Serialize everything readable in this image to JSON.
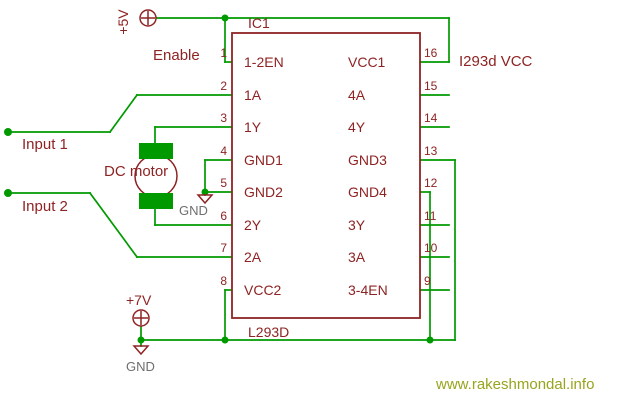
{
  "colors": {
    "wire_green": "#009a00",
    "symbol_maroon": "#8e2323",
    "gnd_text_gray": "#6f6f6f",
    "website_olive": "#98a41e",
    "background": "#ffffff"
  },
  "ic": {
    "designator": "IC1",
    "part": "L293D",
    "pins_left": [
      {
        "num": "1",
        "name": "1-2EN"
      },
      {
        "num": "2",
        "name": "1A"
      },
      {
        "num": "3",
        "name": "1Y"
      },
      {
        "num": "4",
        "name": "GND1"
      },
      {
        "num": "5",
        "name": "GND2"
      },
      {
        "num": "6",
        "name": "2Y"
      },
      {
        "num": "7",
        "name": "2A"
      },
      {
        "num": "8",
        "name": "VCC2"
      }
    ],
    "pins_right": [
      {
        "num": "16",
        "name": "VCC1"
      },
      {
        "num": "15",
        "name": "4A"
      },
      {
        "num": "14",
        "name": "4Y"
      },
      {
        "num": "13",
        "name": "GND3"
      },
      {
        "num": "12",
        "name": "GND4"
      },
      {
        "num": "11",
        "name": "3Y"
      },
      {
        "num": "10",
        "name": "3A"
      },
      {
        "num": "9",
        "name": "3-4EN"
      }
    ]
  },
  "labels": {
    "supply_top": "+5V",
    "enable": "Enable",
    "vcc_note": "I293d VCC",
    "input1": "Input 1",
    "input2": "Input 2",
    "motor": "DC motor",
    "gnd_near_motor": "GND",
    "supply_bottom": "+7V",
    "gnd_bottom": "GND"
  },
  "footer": {
    "website": "www.rakeshmondal.info"
  }
}
